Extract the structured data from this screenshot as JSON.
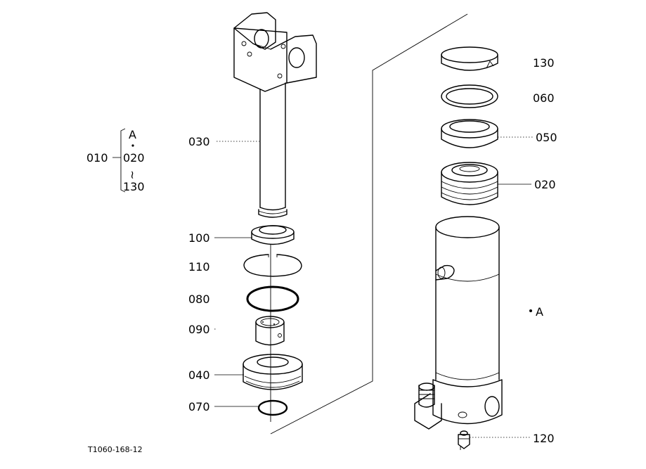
{
  "figure_code": "T1060-168-12",
  "assembly": {
    "main": "010",
    "group_top": "A",
    "group_mid": "020",
    "group_bottom": "130",
    "range_mark": "~"
  },
  "labels": {
    "p030": "030",
    "p100": "100",
    "p110": "110",
    "p080": "080",
    "p090": "090",
    "p040": "040",
    "p070": "070",
    "p130": "130",
    "p060": "060",
    "p050": "050",
    "p020": "020",
    "pA": "A",
    "p120": "120"
  }
}
